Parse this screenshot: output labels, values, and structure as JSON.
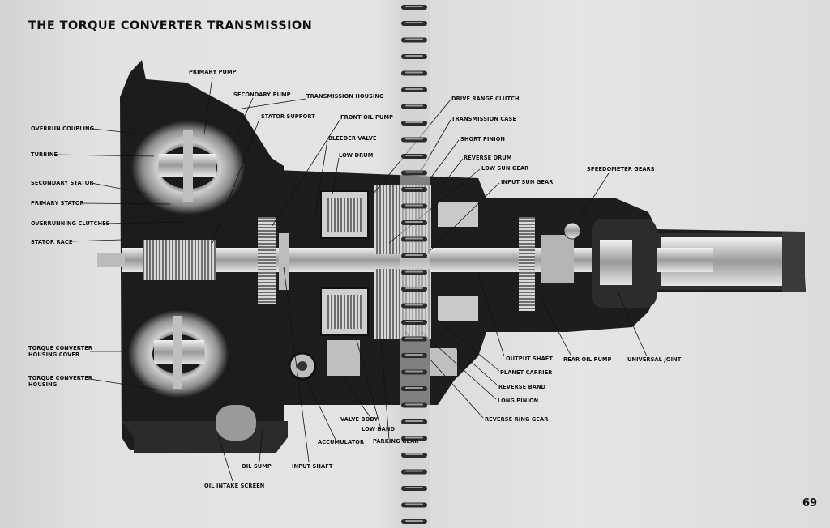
{
  "title": "THE TORQUE CONVERTER TRANSMISSION",
  "page_number": "69",
  "labels": {
    "primary_pump": "PRIMARY PUMP",
    "secondary_pump": "SECONDARY PUMP",
    "transmission_housing": "TRANSMISSION HOUSING",
    "stator_support": "STATOR SUPPORT",
    "front_oil_pump": "FRONT OIL PUMP",
    "bleeder_valve": "BLEEDER VALVE",
    "low_drum": "LOW DRUM",
    "overrun_coupling": "OVERRUN COUPLING",
    "turbine": "TURBINE",
    "secondary_stator": "SECONDARY STATOR",
    "primary_stator": "PRIMARY STATOR",
    "overrunning_clutches": "OVERRUNNING CLUTCHES",
    "stator_race": "STATOR RACE",
    "tc_housing_cover": "TORQUE CONVERTER HOUSING COVER",
    "tc_housing": "TORQUE CONVERTER HOUSING",
    "oil_sump": "OIL SUMP",
    "input_shaft": "INPUT SHAFT",
    "oil_intake_screen": "OIL INTAKE SCREEN",
    "accumulator": "ACCUMULATOR",
    "valve_body": "VALVE BODY",
    "low_band": "LOW BAND",
    "parking_gear": "PARKING GEAR",
    "drive_range_clutch": "DRIVE RANGE CLUTCH",
    "transmission_case": "TRANSMISSION CASE",
    "short_pinion": "SHORT PINION",
    "reverse_drum": "REVERSE DRUM",
    "low_sun_gear": "LOW SUN GEAR",
    "input_sun_gear": "INPUT SUN GEAR",
    "speedometer_gears": "SPEEDOMETER GEARS",
    "output_shaft": "OUTPUT SHAFT",
    "planet_carrier": "PLANET CARRIER",
    "reverse_band": "REVERSE BAND",
    "long_pinion": "LONG PINION",
    "reverse_ring_gear": "REVERSE RING GEAR",
    "rear_oil_pump": "REAR OIL PUMP",
    "universal_joint": "UNIVERSAL JOINT"
  }
}
